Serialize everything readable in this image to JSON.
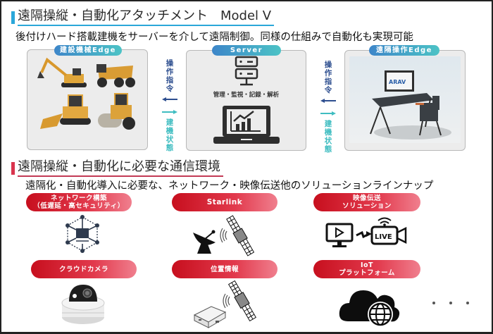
{
  "section1": {
    "title": "遠隔操縦・自動化アタッチメント　Model V",
    "subtitle": "後付けハード搭載建機をサーバーを介して遠隔制御。同様の仕組みで自動化も実現可能",
    "accent_color": "#2aa7d9"
  },
  "panels": {
    "construction": {
      "tag": "建設機械Edge",
      "machines": [
        "excavator",
        "dump-truck",
        "track-loader",
        "road-roller"
      ]
    },
    "server": {
      "tag": "Server",
      "caption": "管理・監視・記録・解析"
    },
    "remote": {
      "tag": "遠隔操作Edge",
      "brand": "ARAV"
    }
  },
  "flows": {
    "command_label": "操作指令",
    "status_label": "建機状態",
    "command_color": "#2d4e8f",
    "status_color": "#3fbdc1"
  },
  "section2": {
    "title": "遠隔操縦・自動化に必要な通信環境",
    "subtitle": "遠隔化・自動化導入に必要な、ネットワーク・映像伝送他のソリューションラインナップ",
    "accent_color": "#d9344d"
  },
  "solutions": [
    {
      "line1": "ネットワーク構築",
      "line2": "（低遅延・高セキュリティ）",
      "icon": "network-icon"
    },
    {
      "line1": "Starlink",
      "line2": "",
      "icon": "satellite-dish-icon"
    },
    {
      "line1": "映像伝送",
      "line2": "ソリューション",
      "icon": "live-video-icon"
    },
    {
      "line1": "クラウドカメラ",
      "line2": "",
      "icon": "dome-camera-icon"
    },
    {
      "line1": "位置情報",
      "line2": "",
      "icon": "gps-satellite-icon"
    },
    {
      "line1": "IoT",
      "line2": "プラットフォーム",
      "icon": "cloud-globe-icon"
    }
  ],
  "more_indicator": "・・・"
}
